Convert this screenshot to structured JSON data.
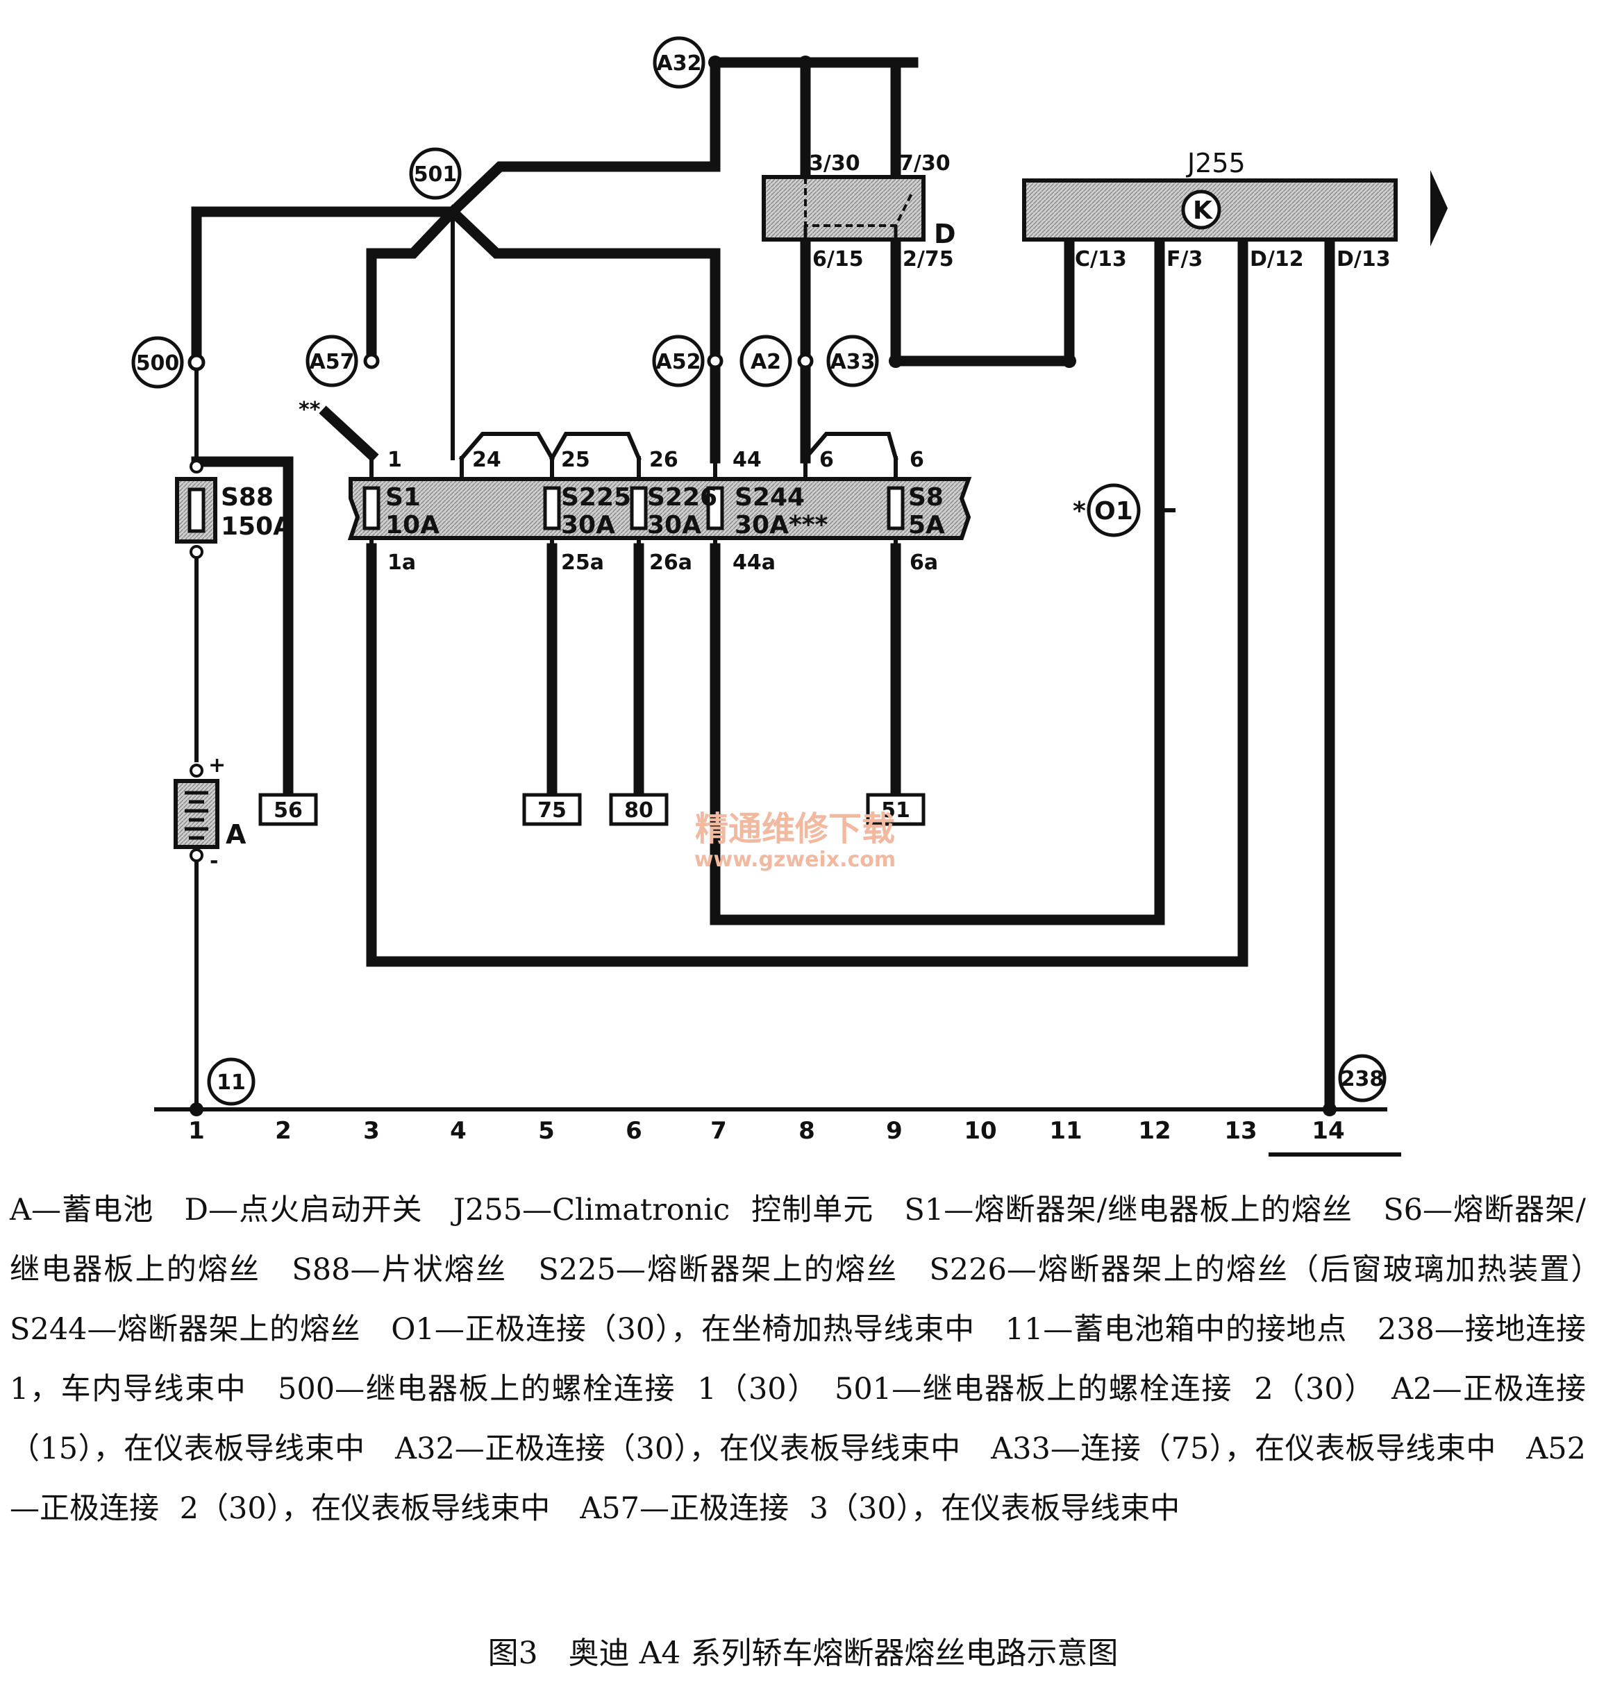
{
  "components": {
    "battery": "A",
    "battery_plus": "+",
    "battery_minus": "-",
    "ignition_switch": "D",
    "ignition_pins": [
      "3/30",
      "7/30",
      "6/15",
      "2/75"
    ],
    "control_unit": "J255",
    "control_unit_symbol": "K",
    "control_unit_pins": [
      "C/13",
      "F/3",
      "D/12",
      "D/13"
    ],
    "s88": {
      "name": "S88",
      "rating": "150A"
    },
    "fuses": [
      {
        "name": "S1",
        "rating": "10A",
        "in_pin": "1",
        "out_pin": "1a"
      },
      {
        "name": "S225",
        "rating": "30A",
        "in_pin": "25",
        "out_pin": "25a"
      },
      {
        "name": "S226",
        "rating": "30A",
        "in_pin": "26",
        "out_pin": "26a"
      },
      {
        "name": "S244",
        "rating": "30A***",
        "in_pin": "44",
        "out_pin": "44a"
      },
      {
        "name": "S8",
        "rating": "5A",
        "in_pin": "6",
        "out_pin": "6a"
      }
    ],
    "extra_pins": [
      "24",
      "6"
    ],
    "pointer_mark": "**"
  },
  "connectors": [
    "A32",
    "501",
    "500",
    "A57",
    "A52",
    "A2",
    "A33",
    "O1",
    "11",
    "238"
  ],
  "o1_mark": "*",
  "terminals": [
    "56",
    "75",
    "80",
    "51"
  ],
  "columns": [
    "1",
    "2",
    "3",
    "4",
    "5",
    "6",
    "7",
    "8",
    "9",
    "10",
    "11",
    "12",
    "13",
    "14"
  ],
  "watermark": {
    "line1": "精通维修下载",
    "line2": "www.gzweix.com"
  },
  "legend": "A—蓄电池　D—点火启动开关　J255—Climatronic 控制单元　S1—熔断器架/继电器板上的熔丝　S6—熔断器架/继电器板上的熔丝　S88—片状熔丝　S225—熔断器架上的熔丝　S226—熔断器架上的熔丝（后窗玻璃加热装置）　S244—熔断器架上的熔丝　O1—正极连接（30），在坐椅加热导线束中　11—蓄电池箱中的接地点　238—接地连接 1，车内导线束中　500—继电器板上的螺栓连接 1（30）　501—继电器板上的螺栓连接 2（30）　A2—正极连接（15），在仪表板导线束中　A32—正极连接（30），在仪表板导线束中　A33—连接（75），在仪表板导线束中　A52—正极连接 2（30），在仪表板导线束中　A57—正极连接 3（30），在仪表板导线束中",
  "caption": "图3　奥迪 A4 系列轿车熔断器熔丝电路示意图"
}
